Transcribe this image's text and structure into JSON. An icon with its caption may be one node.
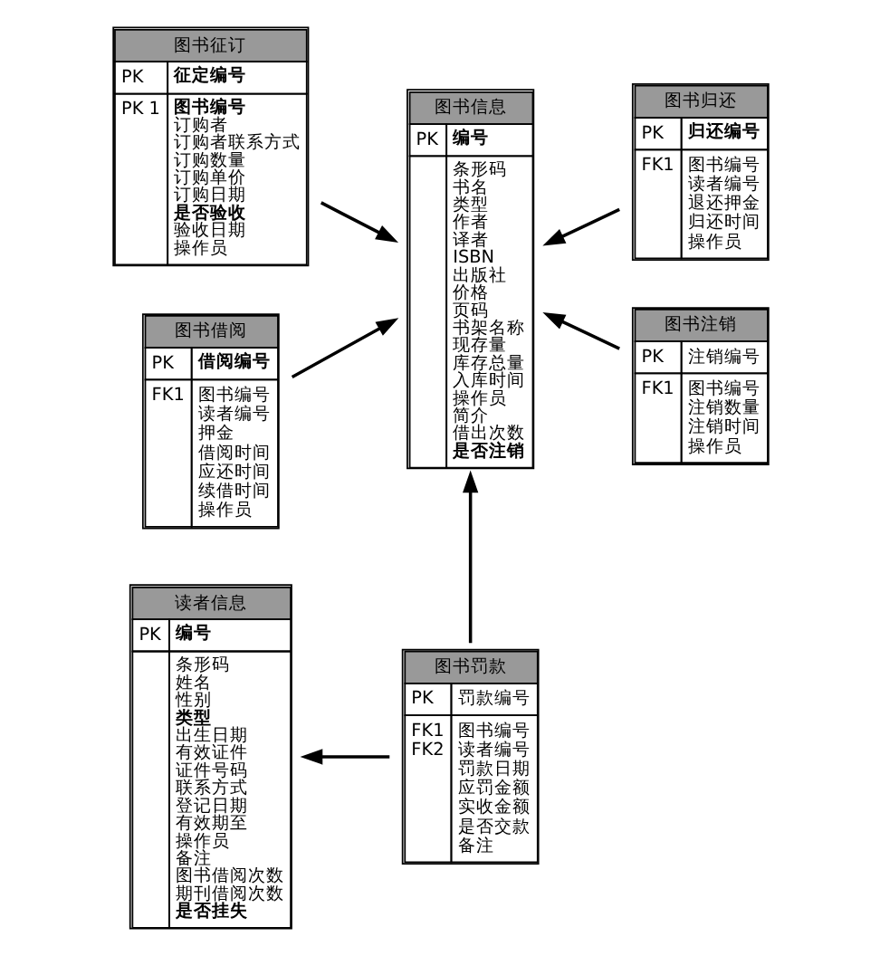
{
  "diagram": {
    "nodes": [
      {
        "text": [
          "图书征订",
          "PK",
          "征定编号",
          "PK 1",
          "图书编号",
          "订购者",
          "订购者联系方式",
          "订购数量",
          "订购单价",
          "订购日期",
          "是否验收",
          "验收日期",
          "操作员"
        ]
      },
      {
        "text": [
          "图书借阅",
          "PK",
          "借阅编号",
          "FK1",
          "图书编号",
          "读者编号",
          "押金",
          "借阅时间",
          "应还时间",
          "续借时间",
          "操作员"
        ]
      },
      {
        "text": [
          "图书信息",
          "PK",
          "编号",
          "条形码",
          "书名",
          "类型",
          "作者",
          "译者",
          "ISBN",
          "出版社",
          "价格",
          "页码",
          "书架名称",
          "现存量",
          "库存总量",
          "入库时间",
          "操作员",
          "简介",
          "借出次数",
          "是否注销"
        ]
      },
      {
        "text": [
          "图书归还",
          "PK",
          "归还编号",
          "FK1",
          "图书编号",
          "读者编号",
          "退还押金",
          "归还时间",
          "操作员"
        ]
      },
      {
        "text": [
          "图书注销",
          "PK",
          "注销编号",
          "FK1",
          "图书编号",
          "注销数量",
          "注销时间",
          "操作员"
        ]
      },
      {
        "text": [
          "读者信息",
          "PK",
          "编号",
          "条形码",
          "姓名",
          "性别",
          "类型",
          "出生日期",
          "有效证件",
          "证件号码",
          "联系方式",
          "登记日期",
          "有效期至",
          "操作员",
          "备注",
          "图书借阅次数",
          "期刊借阅次数",
          "是否挂失"
        ]
      },
      {
        "text": [
          "图书罚款",
          "PK",
          "罚款编号",
          "FK1",
          "FK2",
          "图书编号",
          "读者编号",
          "罚款日期",
          "应罚金额",
          "实收金额",
          "是否交款",
          "备注"
        ]
      }
    ],
    "edges": [
      {
        "from": 0,
        "to": 2,
        "arrow": "to"
      },
      {
        "from": 1,
        "to": 2,
        "arrow": "to"
      },
      {
        "from": 3,
        "to": 2,
        "arrow": "to"
      },
      {
        "from": 4,
        "to": 2,
        "arrow": "to"
      },
      {
        "from": 6,
        "to": 2,
        "arrow": "to"
      },
      {
        "from": 6,
        "to": 5,
        "arrow": "to"
      }
    ]
  }
}
